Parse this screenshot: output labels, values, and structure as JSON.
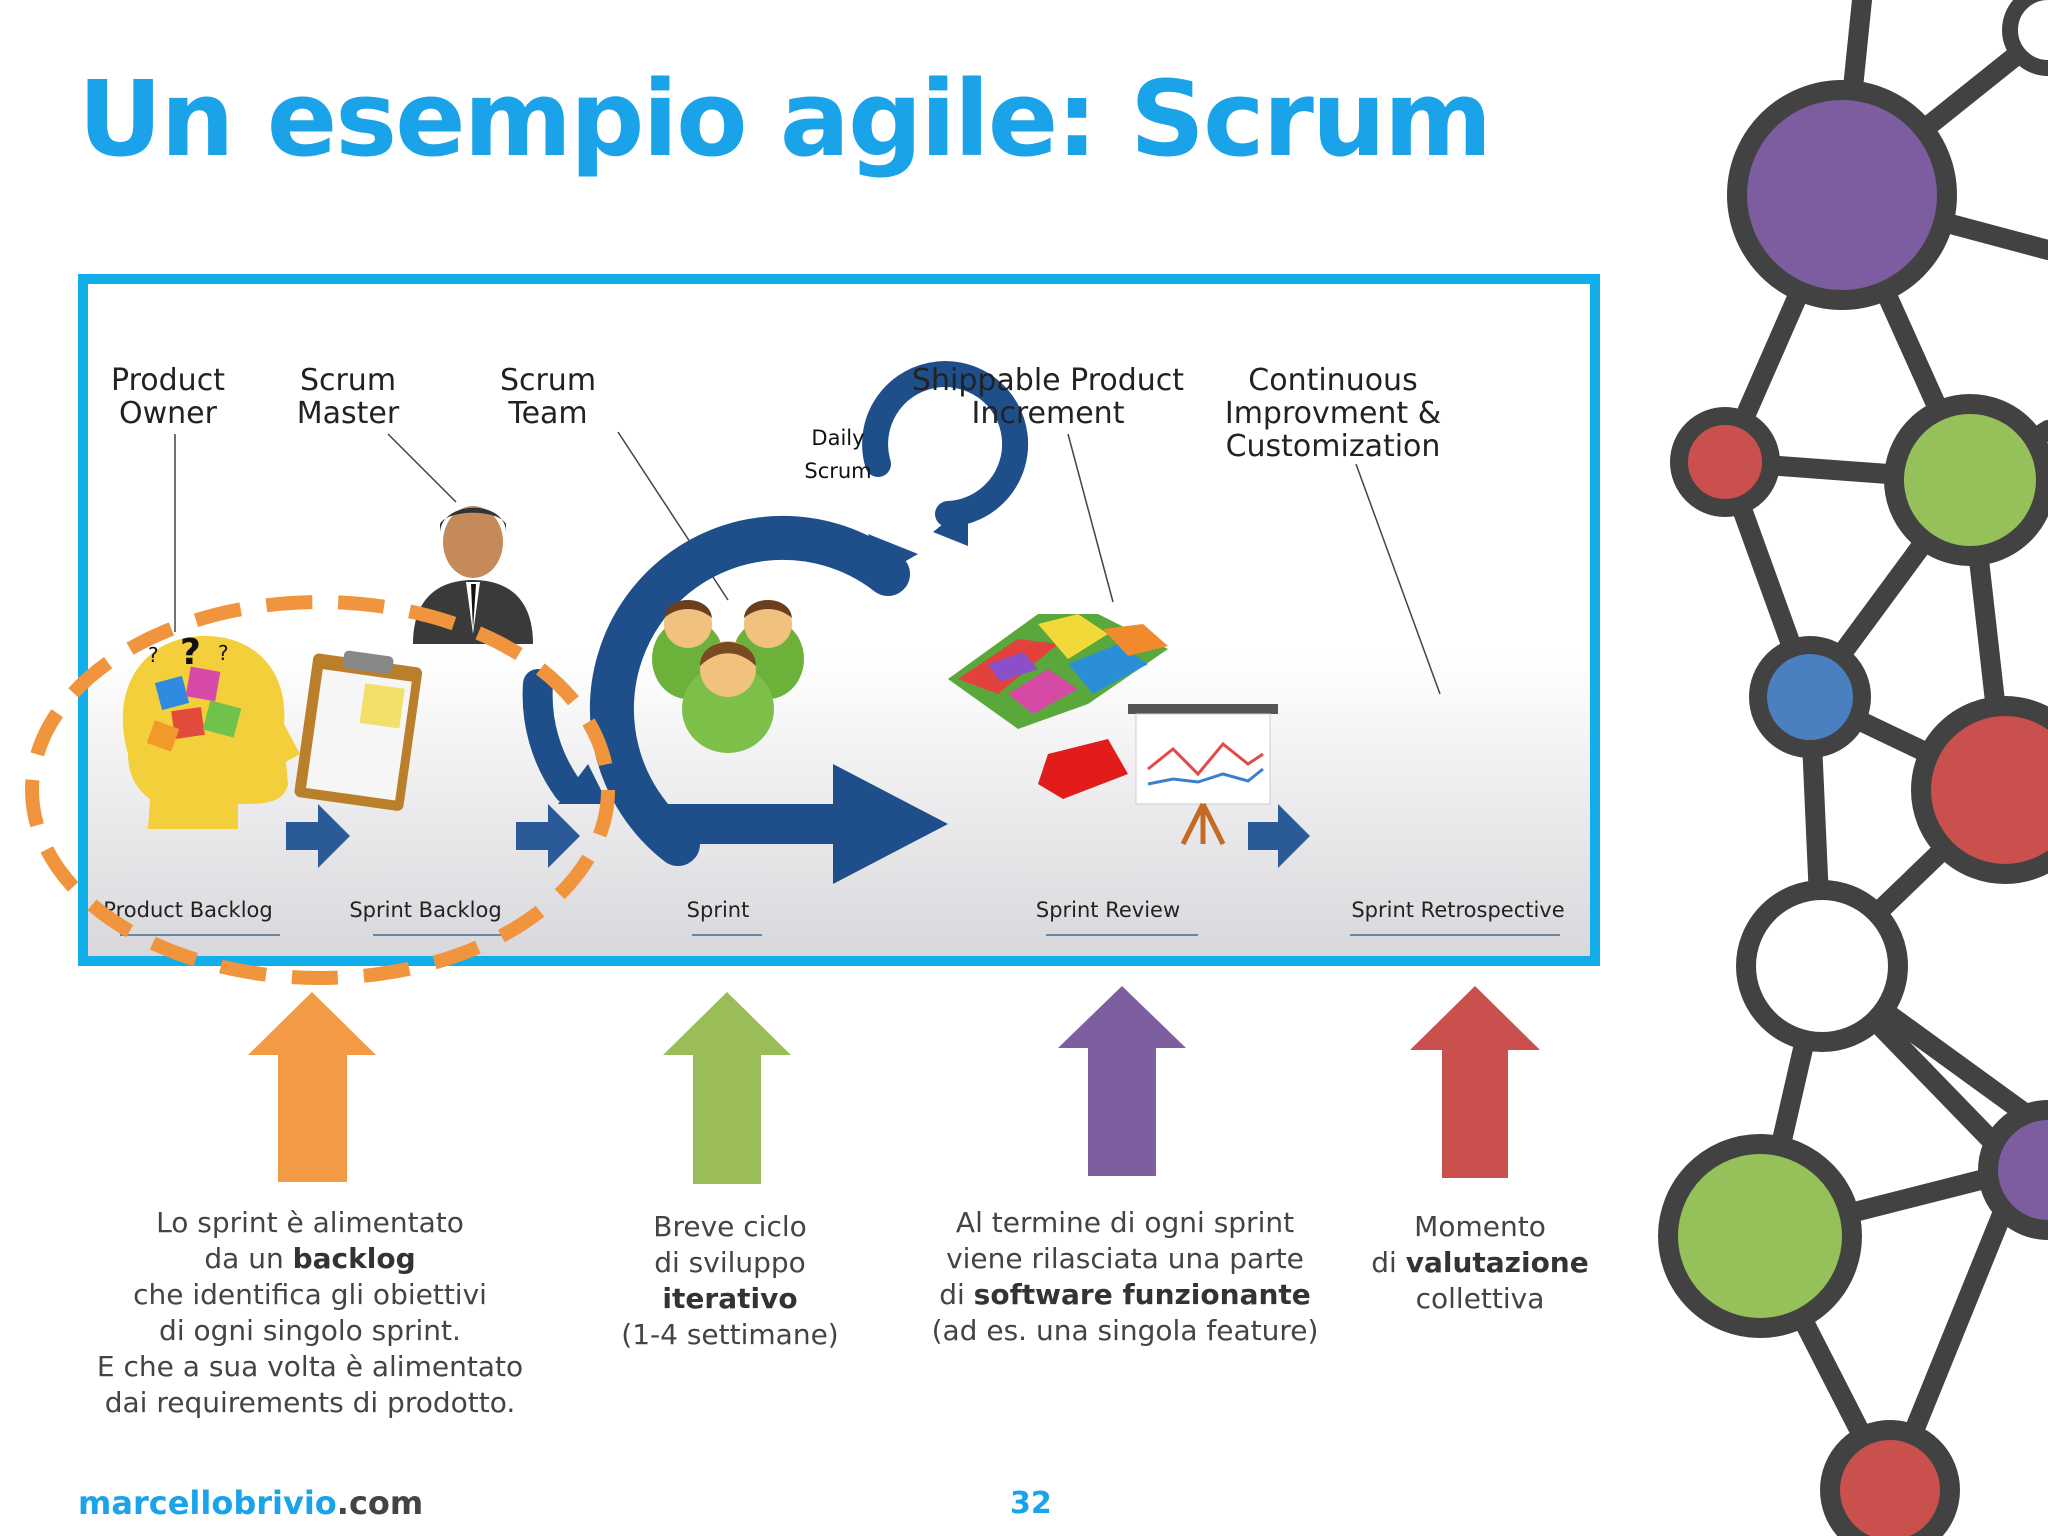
{
  "title": "Un esempio agile: Scrum",
  "diagram": {
    "roles": {
      "product_owner": [
        "Product",
        "Owner"
      ],
      "scrum_master": [
        "Scrum",
        "Master"
      ],
      "scrum_team": [
        "Scrum",
        "Team"
      ],
      "shippable": [
        "Shippable Product",
        "Increment"
      ],
      "continuous": [
        "Continuous",
        "Improvment &",
        "Customization"
      ]
    },
    "daily_scrum": [
      "Daily",
      "Scrum"
    ],
    "stages": [
      "Product Backlog",
      "Sprint Backlog",
      "Sprint",
      "Sprint Review",
      "Sprint Retrospective"
    ]
  },
  "notes": {
    "backlog": [
      {
        "pre": "Lo sprint è alimentato",
        "bold": "",
        "post": ""
      },
      {
        "pre": "da un ",
        "bold": "backlog",
        "post": ""
      },
      {
        "pre": "che identifica gli obiettivi",
        "bold": "",
        "post": ""
      },
      {
        "pre": "di ogni singolo sprint.",
        "bold": "",
        "post": ""
      },
      {
        "pre": "E che a sua volta è alimentato",
        "bold": "",
        "post": ""
      },
      {
        "pre": "dai requirements di prodotto.",
        "bold": "",
        "post": ""
      }
    ],
    "sprint": [
      {
        "pre": "Breve ciclo",
        "bold": "",
        "post": ""
      },
      {
        "pre": "di sviluppo",
        "bold": "",
        "post": ""
      },
      {
        "pre": "",
        "bold": "iterativo",
        "post": ""
      },
      {
        "pre": "(1-4 settimane)",
        "bold": "",
        "post": ""
      }
    ],
    "review": [
      {
        "pre": "Al termine di ogni sprint",
        "bold": "",
        "post": ""
      },
      {
        "pre": "viene rilasciata una parte",
        "bold": "",
        "post": ""
      },
      {
        "pre": "di ",
        "bold": "software funzionante",
        "post": ""
      },
      {
        "pre": "(ad es. una singola feature)",
        "bold": "",
        "post": ""
      }
    ],
    "retro": [
      {
        "pre": "Momento",
        "bold": "",
        "post": ""
      },
      {
        "pre": "di ",
        "bold": "valutazione",
        "post": ""
      },
      {
        "pre": "collettiva",
        "bold": "",
        "post": ""
      }
    ]
  },
  "colors": {
    "title": "#1aa3e8",
    "frame": "#11aeea",
    "arrow_orange": "#f39a45",
    "arrow_green": "#9bbd58",
    "arrow_purple": "#7d5e9f",
    "arrow_red": "#c9504d",
    "dashed_circle": "#f0953e"
  },
  "footer": {
    "brand": "marcellobrivio",
    "brand_suffix": ".com",
    "page": "32"
  }
}
